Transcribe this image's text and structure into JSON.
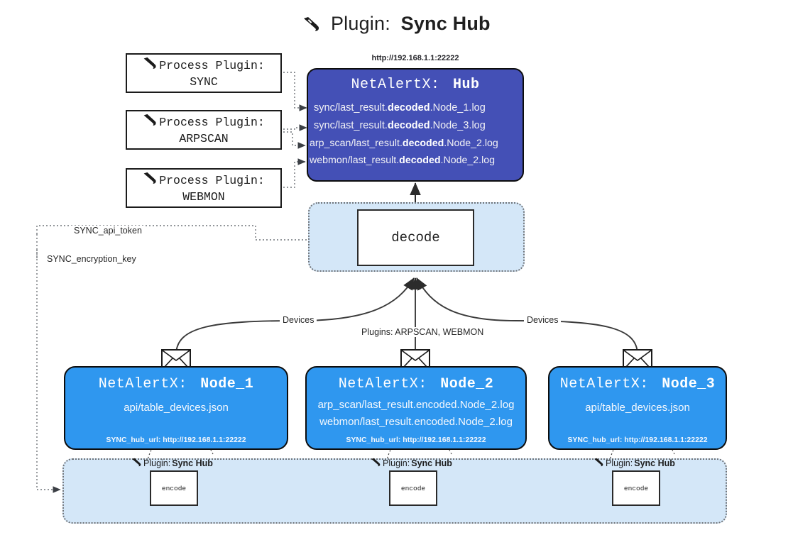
{
  "title": {
    "icon": "plug-icon",
    "prefix": "Plugin:",
    "name": "Sync Hub"
  },
  "process_plugins": [
    {
      "icon": "plug-icon",
      "line1": "Process Plugin:",
      "line2": "SYNC"
    },
    {
      "icon": "plug-icon",
      "line1": "Process Plugin:",
      "line2": "ARPSCAN"
    },
    {
      "icon": "plug-icon",
      "line1": "Process Plugin:",
      "line2": "WEBMON"
    }
  ],
  "hub": {
    "url": "http://192.168.1.1:22222",
    "title_prefix": "NetAlertX:",
    "title_name": "Hub",
    "lines": [
      {
        "pre": "sync/last_result.",
        "bold": "decoded",
        "post": ".Node_1.log"
      },
      {
        "pre": "sync/last_result.",
        "bold": "decoded",
        "post": ".Node_3.log"
      },
      {
        "pre": "arp_scan/last_result.",
        "bold": "decoded",
        "post": ".Node_2.log"
      },
      {
        "pre": "webmon/last_result.",
        "bold": "decoded",
        "post": ".Node_2.log"
      }
    ]
  },
  "decode": {
    "label": "decode"
  },
  "secrets": [
    {
      "label": "SYNC_api_token"
    },
    {
      "label": "SYNC_encryption_key"
    }
  ],
  "edge_labels": {
    "devices_left": "Devices",
    "devices_right": "Devices",
    "plugins_center": "Plugins: ARPSCAN, WEBMON"
  },
  "nodes": [
    {
      "icon": "envelope-icon",
      "title_prefix": "NetAlertX:",
      "title_name": "Node_1",
      "lines": [
        "api/table_devices.json"
      ],
      "footer": "SYNC_hub_url: http://192.168.1.1:22222"
    },
    {
      "icon": "envelope-icon",
      "title_prefix": "NetAlertX:",
      "title_name": "Node_2",
      "lines": [
        "arp_scan/last_result.encoded.Node_2.log",
        "webmon/last_result.encoded.Node_2.log"
      ],
      "footer": "SYNC_hub_url: http://192.168.1.1:22222"
    },
    {
      "icon": "envelope-icon",
      "title_prefix": "NetAlertX:",
      "title_name": "Node_3",
      "lines": [
        "api/table_devices.json"
      ],
      "footer": "SYNC_hub_url: http://192.168.1.1:22222"
    }
  ],
  "encoders": [
    {
      "caption_prefix": "Plugin:",
      "caption_name": "Sync Hub",
      "label": "encode",
      "icon": "plug-icon"
    },
    {
      "caption_prefix": "Plugin:",
      "caption_name": "Sync Hub",
      "label": "encode",
      "icon": "plug-icon"
    },
    {
      "caption_prefix": "Plugin:",
      "caption_name": "Sync Hub",
      "label": "encode",
      "icon": "plug-icon"
    }
  ],
  "colors": {
    "hub_fill": "#4450b6",
    "node_fill": "#2f97ef",
    "container_fill": "#d4e7f8",
    "stroke": "#0d0d0d",
    "dotted": "#6f7378"
  }
}
